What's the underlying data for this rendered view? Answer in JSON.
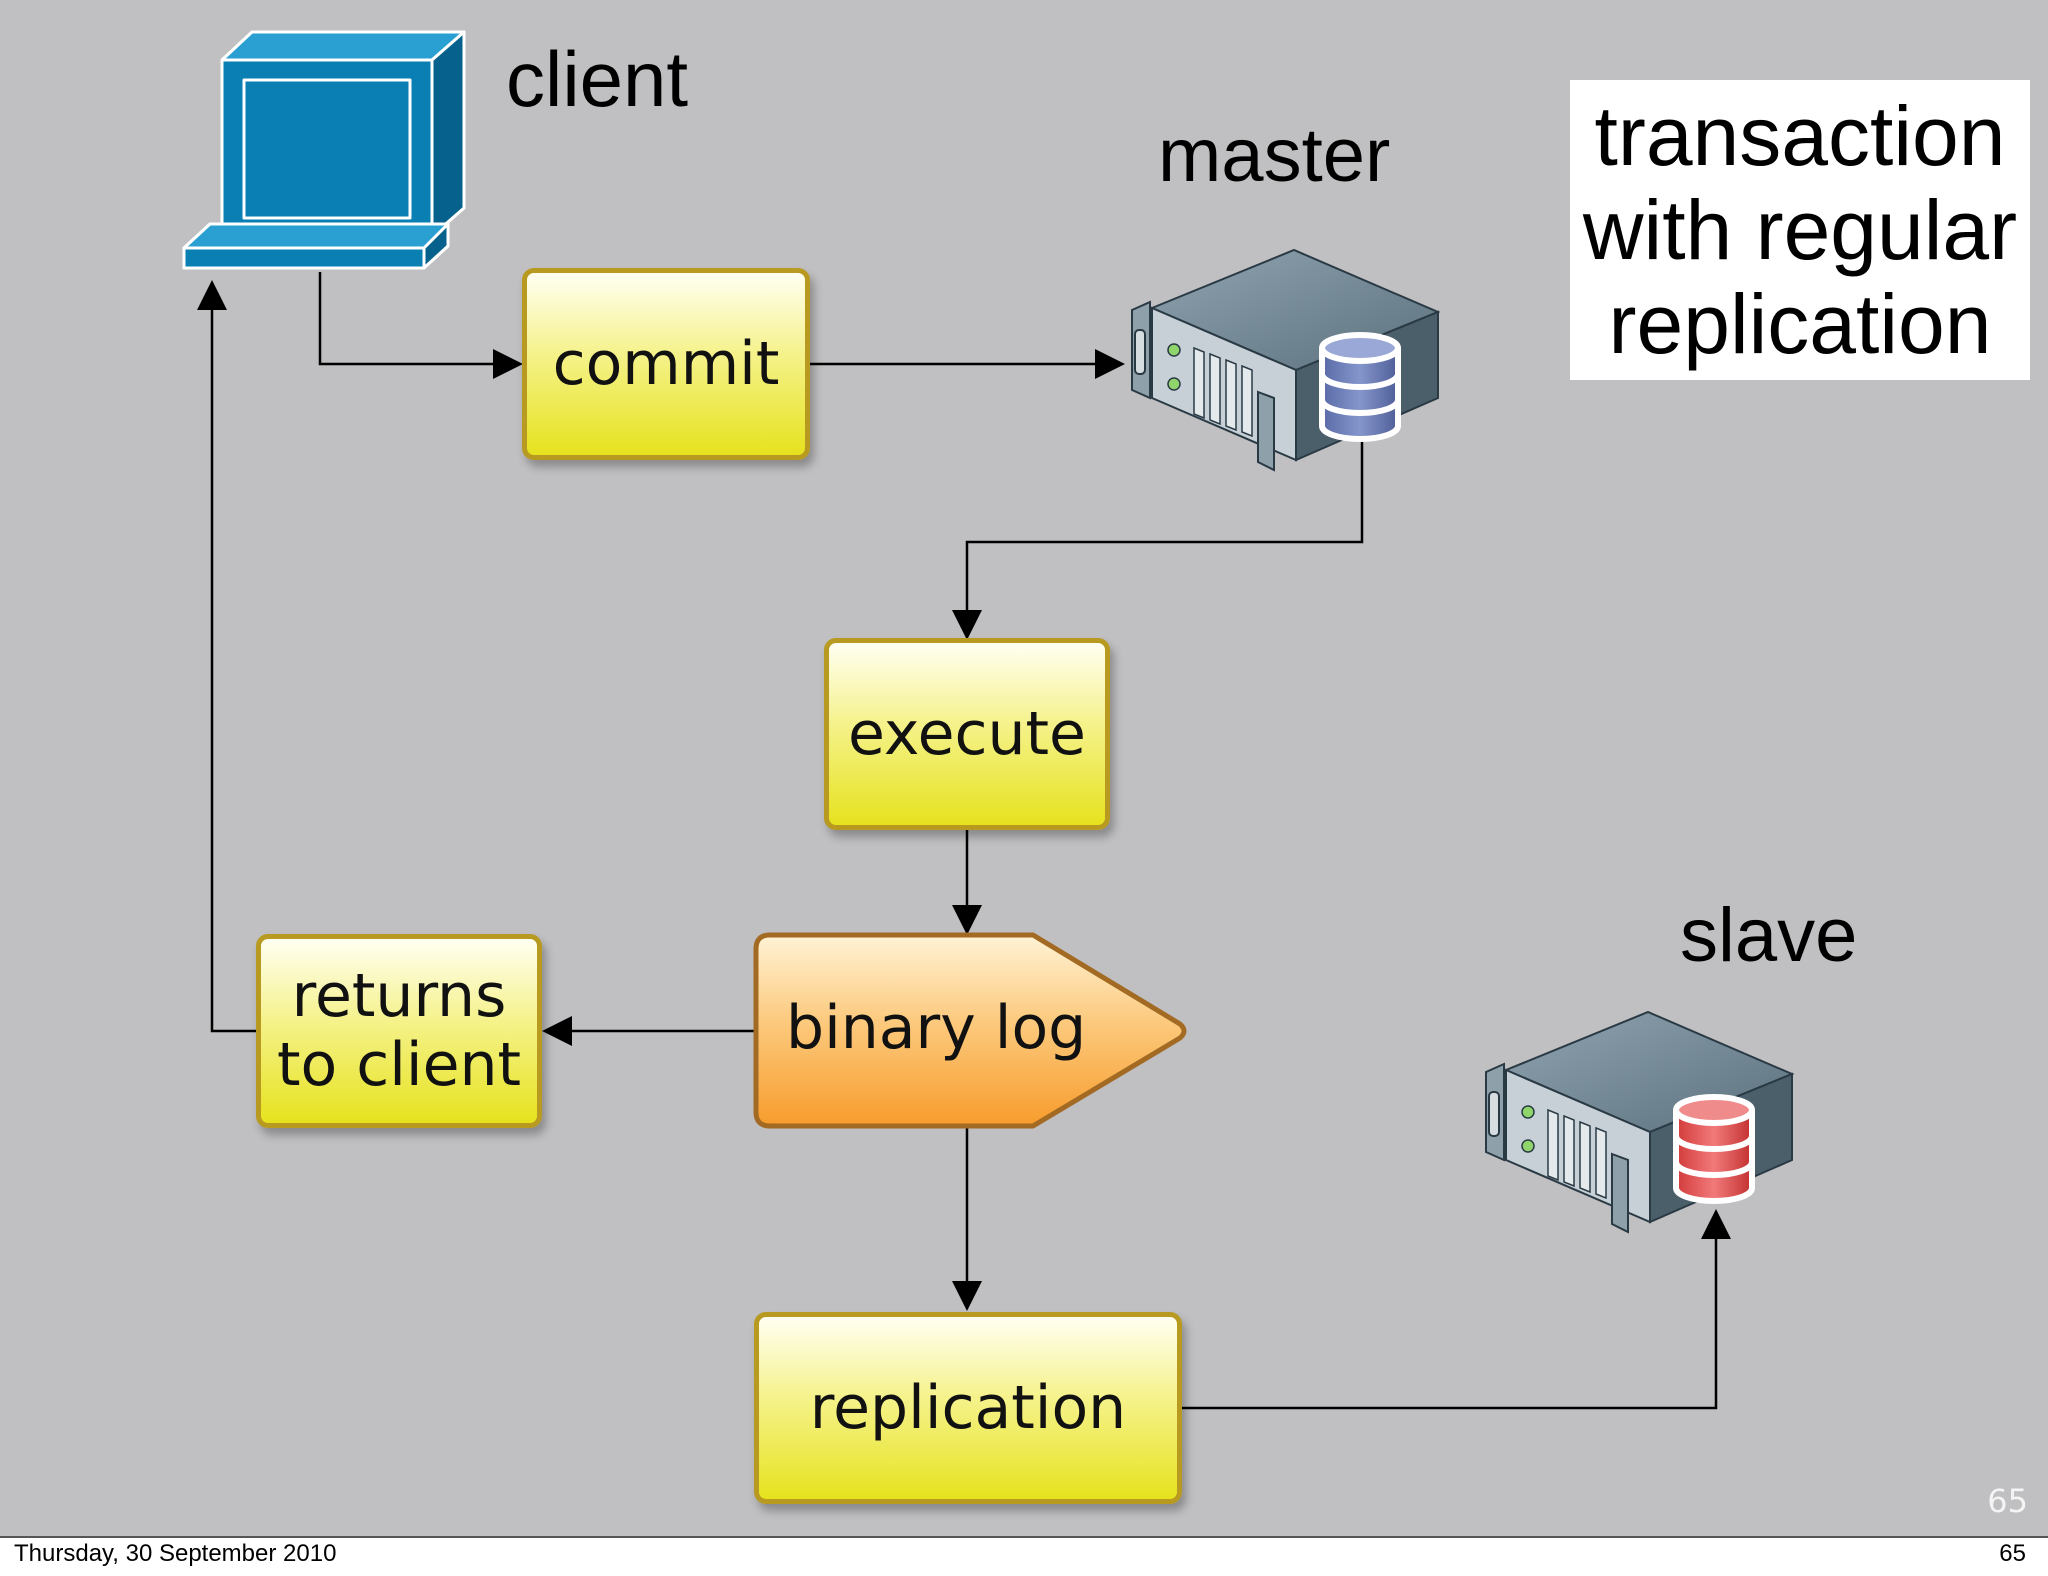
{
  "labels": {
    "client": "client",
    "master": "master",
    "slave": "slave"
  },
  "title": {
    "line1": "transaction",
    "line2": "with regular",
    "line3": "replication"
  },
  "steps": {
    "commit": "commit",
    "execute": "execute",
    "binary_log": "binary log",
    "returns_line1": "returns",
    "returns_line2": "to client",
    "replication": "replication"
  },
  "slide_number": "65",
  "footer": {
    "date": "Thursday, 30 September 2010",
    "page": "65"
  },
  "icons": {
    "client": "computer-icon",
    "master": "server-database-icon",
    "slave": "server-database-icon"
  },
  "colors": {
    "background": "#c0bfc1",
    "step_box": "#f0ec4a",
    "binary_log": "#f9a643",
    "client_icon": "#0a7fb3",
    "master_db": "#6f80b8",
    "slave_db": "#e65050"
  }
}
